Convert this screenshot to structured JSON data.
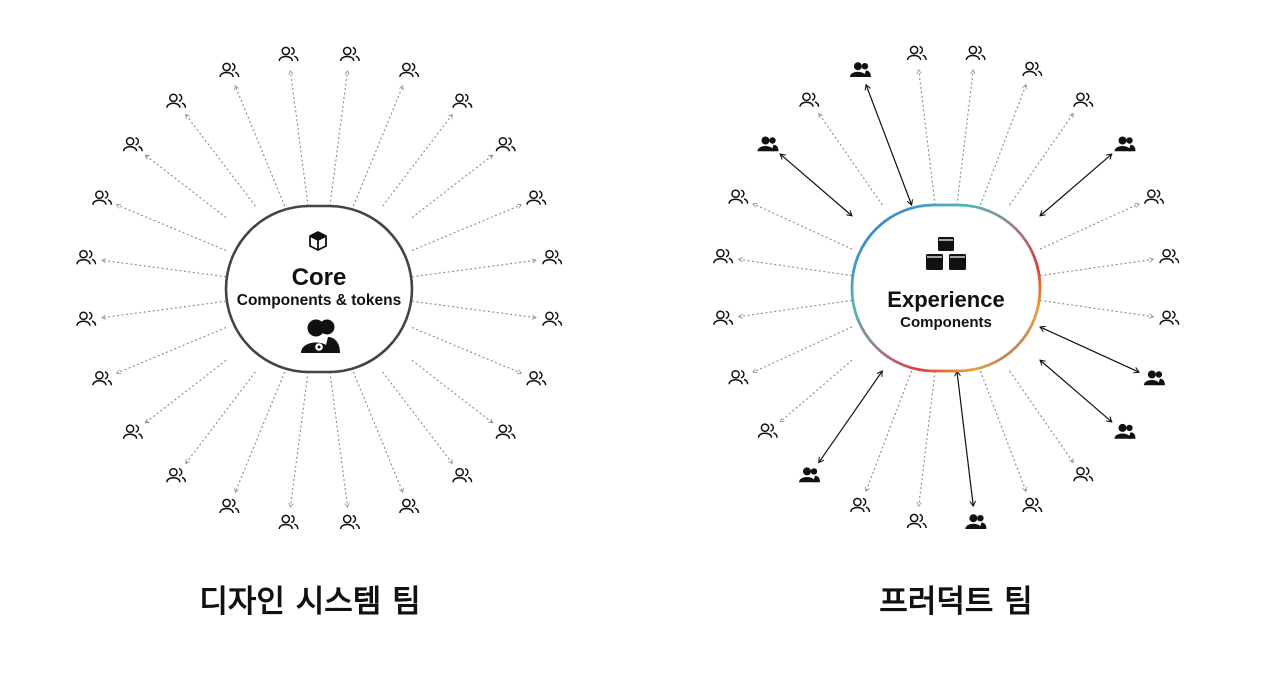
{
  "left": {
    "title": "Core",
    "subtitle": "Components & tokens",
    "caption": "디자인 시스템 팀",
    "box_icon": "cube-icon",
    "center_icon": "users-gear-icon",
    "user_icon": "users-outline-icon",
    "peripheral_users": 24,
    "border_color": "#444444"
  },
  "right": {
    "title": "Experience",
    "subtitle": "Components",
    "caption": "프러덕트 팀",
    "box_icon": "cubes-stack-icon",
    "user_icon_outline": "users-outline-icon",
    "user_icon_filled": "users-filled-icon",
    "peripheral_users": 24,
    "active_users": 7,
    "gradient_colors": [
      "#2d5be3",
      "#4fb7b0",
      "#a07b91",
      "#d9462f",
      "#e8a23a",
      "#6a4fc8"
    ]
  }
}
